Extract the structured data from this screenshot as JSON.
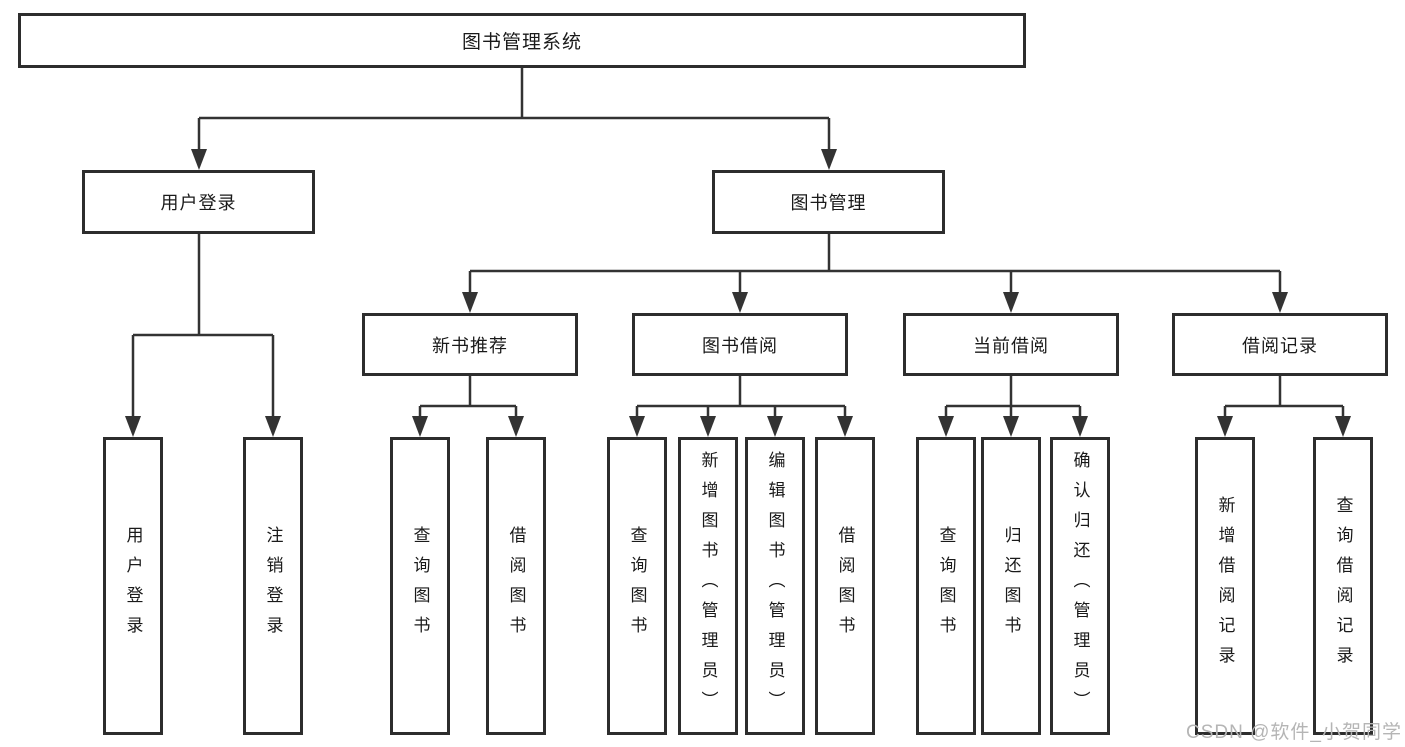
{
  "diagram": {
    "root": {
      "label": "图书管理系统",
      "children": [
        {
          "label": "用户登录",
          "children": [
            {
              "label": "用户登录"
            },
            {
              "label": "注销登录"
            }
          ]
        },
        {
          "label": "图书管理",
          "children": [
            {
              "label": "新书推荐",
              "children": [
                {
                  "label": "查询图书"
                },
                {
                  "label": "借阅图书"
                }
              ]
            },
            {
              "label": "图书借阅",
              "children": [
                {
                  "label": "查询图书"
                },
                {
                  "label": "新增图书（管理员）"
                },
                {
                  "label": "编辑图书（管理员）"
                },
                {
                  "label": "借阅图书"
                }
              ]
            },
            {
              "label": "当前借阅",
              "children": [
                {
                  "label": "查询图书"
                },
                {
                  "label": "归还图书"
                },
                {
                  "label": "确认归还（管理员）"
                }
              ]
            },
            {
              "label": "借阅记录",
              "children": [
                {
                  "label": "新增借阅记录"
                },
                {
                  "label": "查询借阅记录"
                }
              ]
            }
          ]
        }
      ]
    }
  },
  "watermark": {
    "text": "CSDN @软件_小贺同学"
  },
  "colors": {
    "background": "#ffffff",
    "box_border": "#2d2d2d",
    "line": "#333333",
    "text": "#1a1a1a",
    "watermark": "#b5b5b5"
  }
}
